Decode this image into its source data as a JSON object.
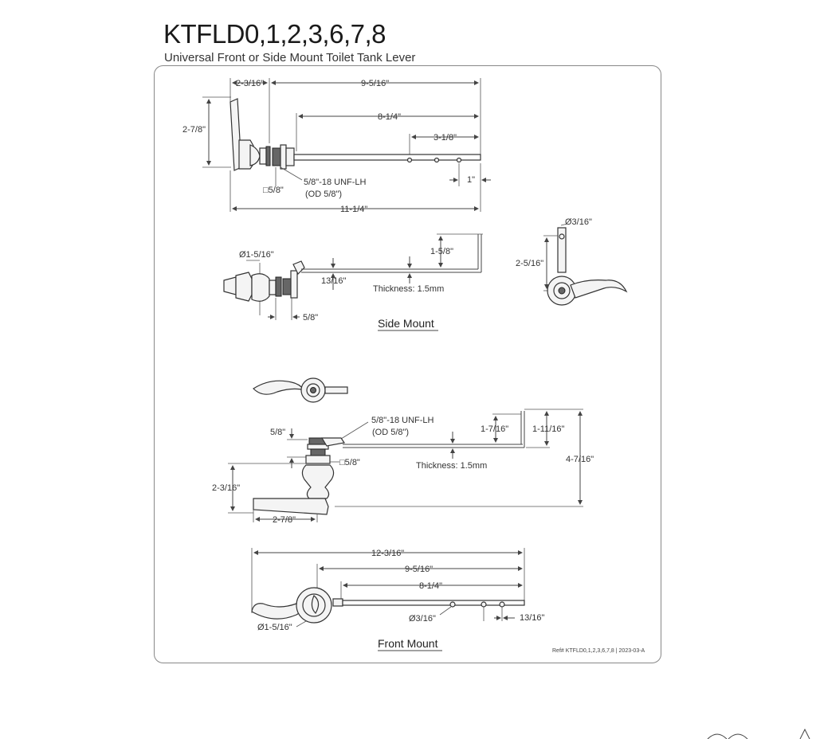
{
  "header": {
    "title": "KTFLD0,1,2,3,6,7,8",
    "subtitle": "Universal Front or Side Mount Toilet Tank Lever"
  },
  "top_view": {
    "dims": {
      "handle_offset": "2-3/16\"",
      "overall_length": "9-5/16\"",
      "handle_height": "2-7/8\"",
      "arm_length": "8-1/4\"",
      "hole_span": "3-1/8\"",
      "thread": "5/8\"-18 UNF-LH",
      "thread_od": "(OD 5/8\")",
      "square": "□5/8\"",
      "hole_offset": "1\"",
      "total_length": "11-1/4\""
    }
  },
  "side_view": {
    "dims": {
      "diameter": "Ø1-5/16\"",
      "arm_depth": "13/16\"",
      "drop": "1-5/8\"",
      "thickness": "Thickness: 1.5mm",
      "nut": "5/8\""
    },
    "label": "Side Mount"
  },
  "end_view": {
    "dims": {
      "hole_diameter": "Ø3/16\"",
      "height": "2-5/16\""
    }
  },
  "front_view": {
    "dims": {
      "thread": "5/8\"-18 UNF-LH",
      "thread_od": "(OD 5/8\")",
      "nut": "5/8\"",
      "square": "□5/8\"",
      "drop_a": "1-7/16\"",
      "drop_b": "1-11/16\"",
      "thickness": "Thickness: 1.5mm",
      "total_height": "4-7/16\"",
      "handle_height": "2-3/16\"",
      "handle_length": "2-7/8\""
    }
  },
  "bottom_view": {
    "dims": {
      "overall_length": "12-3/16\"",
      "length_b": "9-5/16\"",
      "arm_length": "8-1/4\"",
      "hole_diameter": "Ø3/16\"",
      "hole_spacing": "13/16\"",
      "rosette_diameter": "Ø1-5/16\""
    },
    "label": "Front Mount"
  },
  "footer": {
    "ref": "Ref# KTFLD0,1,2,3,6,7,8 | 2023-03-A"
  }
}
